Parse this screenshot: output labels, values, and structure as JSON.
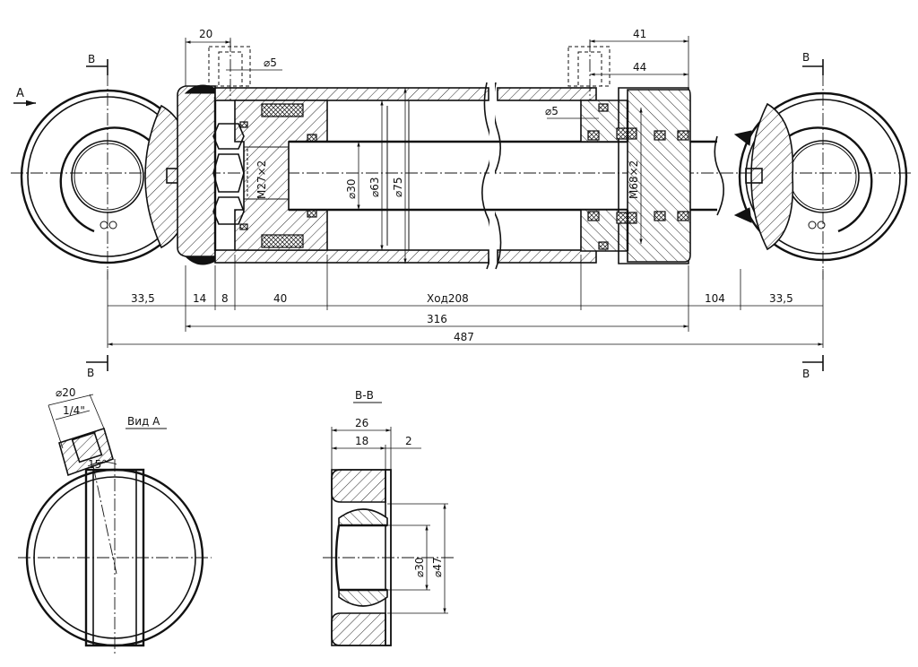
{
  "views": {
    "main": {
      "view_arrow": "A",
      "section_marks": [
        "B",
        "B",
        "B",
        "B"
      ],
      "dims_top": [
        "20",
        "41",
        "44"
      ],
      "port_dia": [
        "⌀5",
        "⌀5"
      ],
      "inner_labels": [
        "M27×2",
        "⌀30",
        "⌀63",
        "⌀75",
        "M68×2"
      ],
      "dims_bottom": [
        "33,5",
        "14",
        "8",
        "40",
        "Ход208",
        "104",
        "33,5"
      ],
      "overall": [
        "316",
        "487"
      ]
    },
    "view_a": {
      "title": "Вид А",
      "dims": [
        "⌀20",
        "1/4\"",
        "15°"
      ]
    },
    "section_bb": {
      "title": "В-В",
      "dims": [
        "26",
        "18",
        "2",
        "⌀30",
        "⌀47"
      ]
    }
  }
}
